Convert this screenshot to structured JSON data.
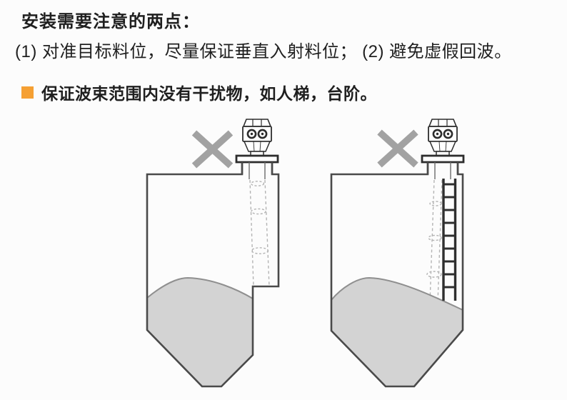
{
  "header": {
    "title": "安装需要注意的两点：",
    "points": "(1) 对准目标料位，尽量保证垂直入射料位； (2) 避免虚假回波。",
    "note": "保证波束范围内没有干扰物，如人梯，台阶。"
  },
  "note_marker": {
    "color": "#F5A033",
    "shape": "square-bullet-icon"
  },
  "figures": {
    "left": {
      "name": "silo-with-wall-step",
      "icons": [
        "wrong-x-icon",
        "radar-sensor-icon",
        "flange-icon",
        "radar-beam",
        "material-pile",
        "wall-step"
      ]
    },
    "right": {
      "name": "silo-with-ladder",
      "icons": [
        "wrong-x-icon",
        "radar-sensor-icon",
        "flange-icon",
        "radar-beam",
        "material-pile",
        "ladder-icon"
      ]
    }
  },
  "colors": {
    "text": "#1f1f1f",
    "accent_orange": "#F5A033",
    "tank_outline": "#4a4a4a",
    "sensor_outline": "#2d2d2d",
    "material_fill": "#d3d3d3",
    "material_edge": "#8f8f8f",
    "beam_gray": "#b4b4b4",
    "x_mark_gray": "#a2a2a2",
    "ladder_dark": "#2f2f2f",
    "background": "#fcfcfc"
  }
}
